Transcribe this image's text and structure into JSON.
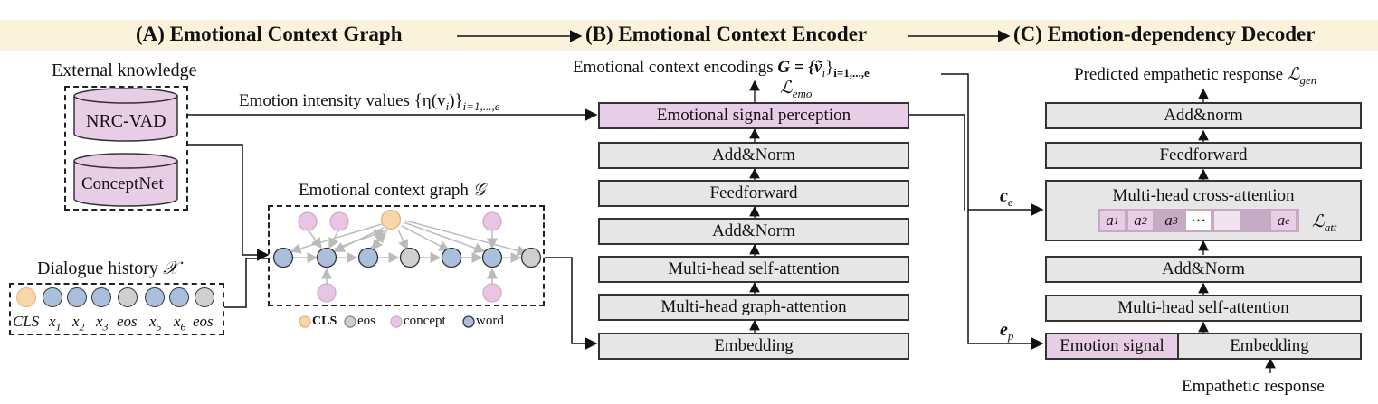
{
  "headers": {
    "a": "(A) Emotional Context Graph",
    "b": "(B) Emotional Context Encoder",
    "c": "(C) Emotion-dependency Decoder"
  },
  "panel_a": {
    "external_knowledge": "External knowledge",
    "nrc_vad": "NRC-VAD",
    "conceptnet": "ConceptNet",
    "intensity_label": "Emotion intensity values {η(v",
    "intensity_sub": "i",
    "intensity_close": ")}",
    "intensity_range": "i=1,...,e",
    "graph_title": "Emotional context graph ",
    "graph_symbol": "𝒢",
    "history_title": "Dialogue history ",
    "history_symbol": "𝒳",
    "tokens": [
      "CLS",
      "x1",
      "x2",
      "x3",
      "eos",
      "x5",
      "x6",
      "eos"
    ],
    "legend": {
      "cls": "CLS",
      "eos": "eos",
      "concept": "concept",
      "word": "word"
    }
  },
  "panel_b": {
    "encodings_label": "Emotional context encodings ",
    "encodings_formula": "G = {ṽ",
    "encodings_sub": "i",
    "encodings_close": "}",
    "encodings_range": "i=1,...,e",
    "loss": "ℒ",
    "loss_sub": "emo",
    "blocks": [
      "Emotional signal perception",
      "Add&Norm",
      "Feedforward",
      "Add&Norm",
      "Multi-head self-attention",
      "Multi-head graph-attention",
      "Embedding"
    ]
  },
  "panel_c": {
    "output_label": "Predicted empathetic response ",
    "loss_gen": "ℒ",
    "loss_gen_sub": "gen",
    "blocks": [
      "Add&norm",
      "Feedforward",
      "Multi-head cross-attention",
      "Add&Norm",
      "Multi-head self-attention"
    ],
    "attn_cells": [
      "a1",
      "a2",
      "a3",
      "···",
      "ae"
    ],
    "loss_att": "ℒ",
    "loss_att_sub": "att",
    "ce": "c",
    "ce_sub": "e",
    "ep": "e",
    "ep_sub": "p",
    "emotion_signal": "Emotion signal",
    "embedding": "Embedding",
    "input_label": "Empathetic response"
  },
  "colors": {
    "banner": "#fbf2dc",
    "pink": "#e8cde6",
    "gray_block": "#e6e6e6",
    "word": "#a9bfdc",
    "cls": "#f8d6ab",
    "eos": "#cfcfcf",
    "concept": "#e6c6e2"
  }
}
